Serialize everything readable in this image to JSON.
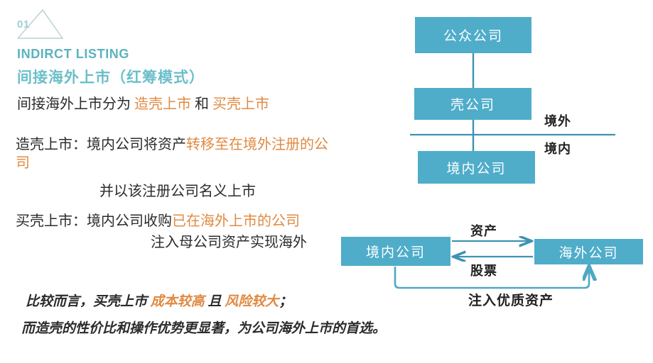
{
  "header": {
    "number": "01",
    "english_title": "INDIRCT LISTING",
    "chinese_title": "间接海外上市（红筹模式）"
  },
  "body": {
    "line1_a": "间接海外上市分为 ",
    "line1_b": "造壳上市",
    "line1_c": " 和 ",
    "line1_d": "买壳上市",
    "line2_a": "造壳上市：境内公司将资产",
    "line2_b": "转移至在境外注册的公",
    "line2_cont": "司",
    "line3": "并以该注册公司名义上市",
    "line4_a": "买壳上市：境内公司收购",
    "line4_b": "已在海外上市的公司",
    "line5": "注入母公司资产实现海外"
  },
  "conclusion": {
    "line1_a": "比较而言，买壳上市 ",
    "line1_b": "成本较高",
    "line1_c": " 且 ",
    "line1_d": "风险较大",
    "line1_e": "；",
    "line2": "而造壳的性价比和操作优势更显著，为公司海外上市的首选。"
  },
  "diagram_top": {
    "box_public": "公众公司",
    "box_shell": "壳公司",
    "box_domestic": "境内公司",
    "label_overseas": "境外",
    "label_domestic": "境内"
  },
  "diagram_bottom": {
    "box_domestic": "境内公司",
    "box_overseas": "海外公司",
    "label_asset": "资产",
    "label_stock": "股票",
    "label_inject": "注入优质资产"
  },
  "colors": {
    "box_fill": "#4fadca",
    "accent_teal": "#5bb3bd",
    "title_cn": "#6bbfc9",
    "highlight_orange": "#e08a42",
    "connector": "#3d93b5",
    "text": "#2b2b2b",
    "number_muted": "#9ecfd6"
  }
}
